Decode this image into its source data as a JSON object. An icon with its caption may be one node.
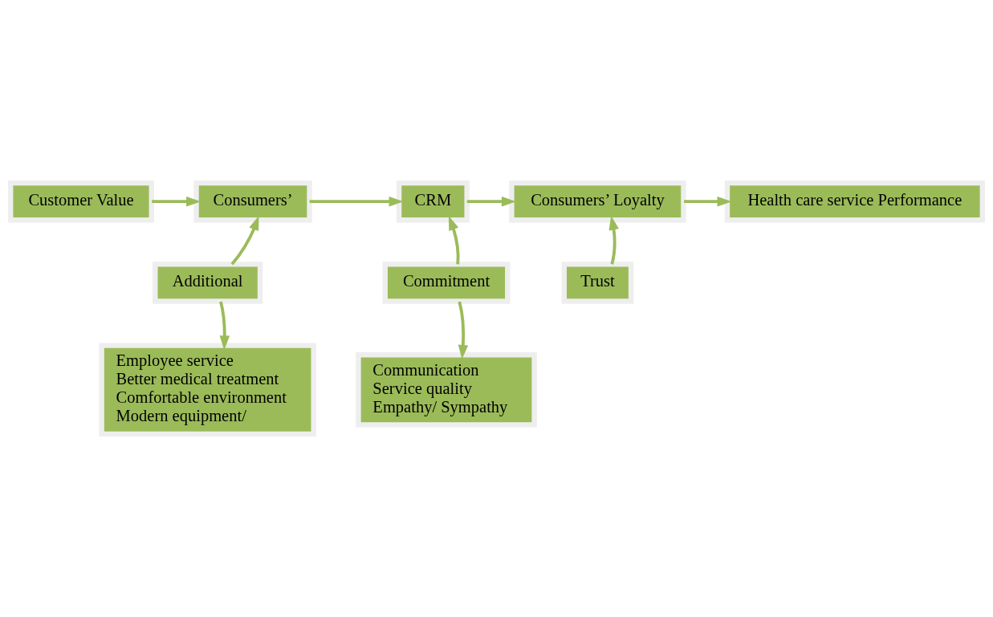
{
  "diagram": {
    "nodes": [
      {
        "text": [
          "Customer Value"
        ]
      },
      {
        "text": [
          "Consumers’"
        ]
      },
      {
        "text": [
          "CRM"
        ]
      },
      {
        "text": [
          "Consumers’ Loyalty"
        ]
      },
      {
        "text": [
          "Health care service Performance"
        ]
      },
      {
        "text": [
          "Additional"
        ]
      },
      {
        "text": [
          "Commitment"
        ]
      },
      {
        "text": [
          "Trust"
        ]
      },
      {
        "text": [
          "Employee service",
          "Better medical treatment",
          "Comfortable environment",
          "Modern equipment/"
        ]
      },
      {
        "text": [
          "Communication",
          "Service quality",
          "Empathy/ Sympathy"
        ]
      }
    ],
    "edges": [
      {
        "from": 0,
        "to": 1,
        "arrow": "to"
      },
      {
        "from": 1,
        "to": 2,
        "arrow": "to"
      },
      {
        "from": 2,
        "to": 3,
        "arrow": "to"
      },
      {
        "from": 3,
        "to": 4,
        "arrow": "to"
      },
      {
        "from": 5,
        "to": 1,
        "arrow": "to"
      },
      {
        "from": 6,
        "to": 2,
        "arrow": "to"
      },
      {
        "from": 7,
        "to": 3,
        "arrow": "to"
      },
      {
        "from": 5,
        "to": 8,
        "arrow": "to"
      },
      {
        "from": 6,
        "to": 9,
        "arrow": "to"
      }
    ]
  }
}
